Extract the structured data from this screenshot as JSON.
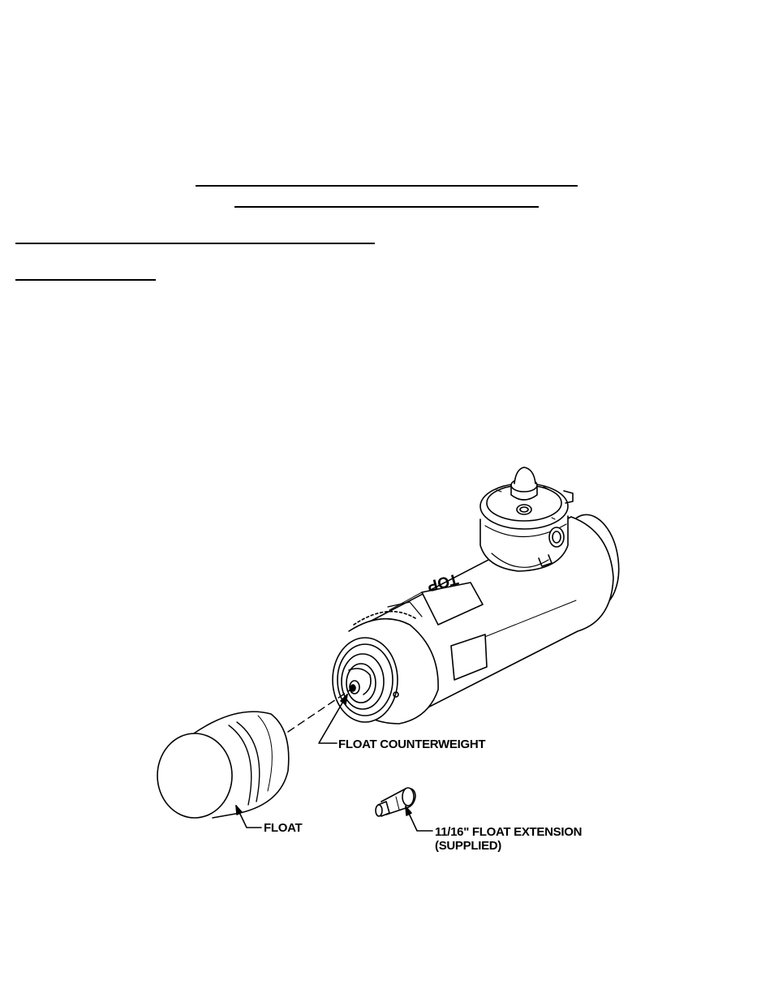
{
  "callouts": {
    "counterweight": "FLOAT COUNTERWEIGHT",
    "float": "FLOAT",
    "extension_line1": "11/16\" FLOAT EXTENSION",
    "extension_line2": "(SUPPLIED)"
  },
  "switch_body": {
    "top_marking": "TOP"
  },
  "colors": {
    "ink": "#000000",
    "paper": "#ffffff"
  }
}
